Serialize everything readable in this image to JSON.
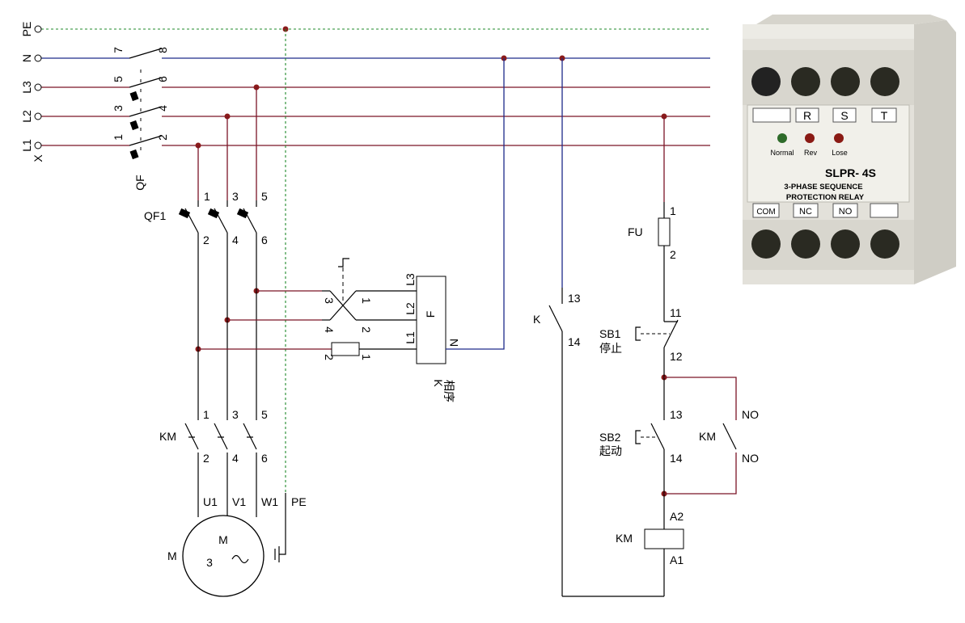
{
  "colors": {
    "phase_wire": "#7b1426",
    "neutral_wire": "#1d2a8a",
    "pe_wire": "#1f8a2a",
    "junction": "#8a1b1b"
  },
  "bus": {
    "pe": "PE",
    "n": "N",
    "l3": "L3",
    "l2": "L2",
    "l1": "L1",
    "x": "X"
  },
  "qf": {
    "name": "QF",
    "t7": "7",
    "t8": "8",
    "t5": "5",
    "t6": "6",
    "t3": "3",
    "t4": "4",
    "t1": "1",
    "t2": "2"
  },
  "qf1": {
    "name": "QF1",
    "t1": "1",
    "t3": "3",
    "t5": "5",
    "t2": "2",
    "t4": "4",
    "t6": "6"
  },
  "km_main": {
    "name": "KM",
    "t1": "1",
    "t3": "3",
    "t5": "5",
    "t2": "2",
    "t4": "4",
    "t6": "6"
  },
  "motor": {
    "name": "M",
    "inner_m": "M",
    "inner_3": "3",
    "u1": "U1",
    "v1": "V1",
    "w1": "W1",
    "pe": "PE"
  },
  "seq_relay": {
    "f": "F",
    "l3": "L3",
    "l2": "L2",
    "l1": "L1",
    "n": "N",
    "x3": "3",
    "x1": "1",
    "x4": "4",
    "x2": "2",
    "fuse2": "2",
    "fuse1": "1",
    "k": "K",
    "phase_cn": "相序"
  },
  "control": {
    "k": "K",
    "k13": "13",
    "k14": "14",
    "fu": "FU",
    "fu1": "1",
    "fu2": "2",
    "sb1": "SB1",
    "sb1_cn": "停止",
    "sb1_11": "11",
    "sb1_12": "12",
    "sb2": "SB2",
    "sb2_cn": "起动",
    "sb2_13": "13",
    "sb2_14": "14",
    "km_aux": "KM",
    "no1": "NO",
    "no2": "NO",
    "km_coil": "KM",
    "a2": "A2",
    "a1": "A1"
  },
  "relay_photo": {
    "r": "R",
    "s": "S",
    "t": "T",
    "normal": "Normal",
    "rev": "Rev",
    "lose": "Lose",
    "model": "SLPR- 4S",
    "line1": "3-PHASE SEQUENCE",
    "line2": "PROTECTION RELAY",
    "com": "COM",
    "nc": "NC",
    "no": "NO"
  }
}
